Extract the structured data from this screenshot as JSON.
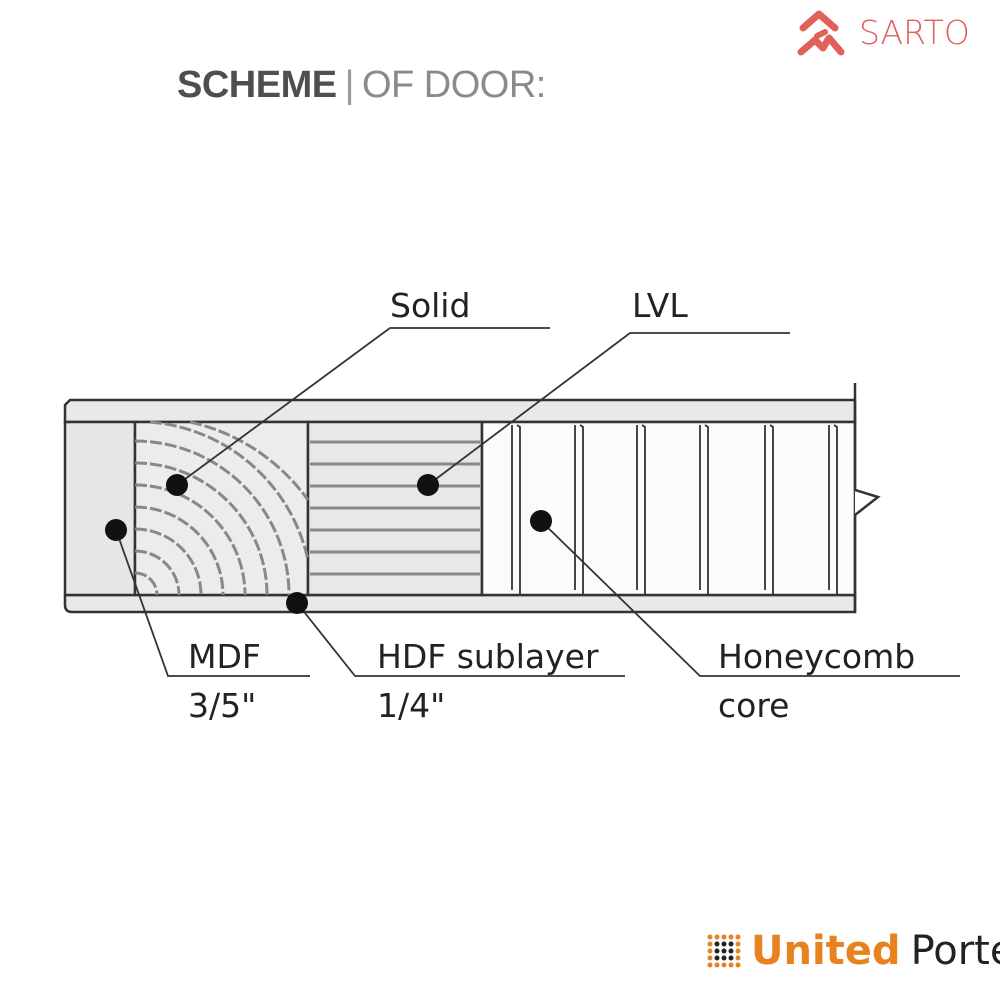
{
  "title": {
    "bold": "SCHEME",
    "separator": "|",
    "light": "OF DOOR:"
  },
  "logos": {
    "top": "SARTO",
    "bottom_bold": "United",
    "bottom_regular": "Porte"
  },
  "labels": {
    "solid": "Solid",
    "lvl": "LVL",
    "mdf": "MDF",
    "mdf_size": "3/5\"",
    "hdf": "HDF sublayer",
    "hdf_size": "1/4\"",
    "honeycomb": "Honeycomb",
    "honeycomb_2": "core"
  },
  "colors": {
    "sarto": "#e0605a",
    "united": "#e8821e"
  }
}
